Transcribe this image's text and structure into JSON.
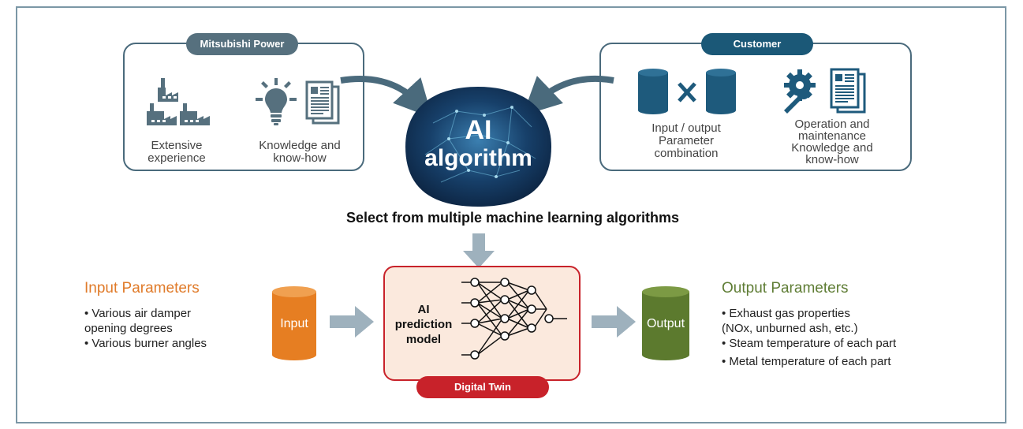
{
  "mitsubishi": {
    "title": "Mitsubishi Power",
    "item1_label_l1": "Extensive",
    "item1_label_l2": "experience",
    "item2_label_l1": "Knowledge and",
    "item2_label_l2": "know-how"
  },
  "customer": {
    "title": "Customer",
    "item1_label_l1": "Input / output",
    "item1_label_l2": "Parameter",
    "item1_label_l3": "combination",
    "item2_label_l1": "Operation and",
    "item2_label_l2": "maintenance",
    "item2_label_l3": "Knowledge and",
    "item2_label_l4": "know-how"
  },
  "ai": {
    "line1": "AI",
    "line2": "algorithm",
    "caption": "Select from multiple machine learning algorithms"
  },
  "input_params": {
    "heading": "Input Parameters",
    "bullets": [
      "• Various air damper",
      "opening degrees",
      "• Various burner angles"
    ]
  },
  "output_params": {
    "heading": "Output Parameters",
    "bullets": [
      "• Exhaust gas properties",
      "(NOx, unburned ash, etc.)",
      "• Steam temperature of each part",
      "• Metal temperature of each part"
    ]
  },
  "cylinders": {
    "input_label": "Input",
    "output_label": "Output"
  },
  "model": {
    "line1": "AI",
    "line2": "prediction",
    "line3": "model",
    "badge": "Digital Twin"
  },
  "colors": {
    "frame": "#7b97a6",
    "box_border": "#4a6a7c",
    "pill_grey": "#56707e",
    "pill_blue": "#1b5877",
    "db_blue": "#1e5a7c",
    "input_orange": "#e67e22",
    "output_green": "#5c7a2e",
    "model_red": "#c8222a",
    "arrow_grey": "#9eb1bd",
    "heading_orange": "#e07b2a",
    "heading_green": "#5f7d35"
  },
  "icons": [
    "factory-icon",
    "lightbulb-icon",
    "document-icon",
    "database-icon",
    "multiply-icon",
    "gear-wrench-icon",
    "neural-network-icon",
    "arrow-icon"
  ]
}
